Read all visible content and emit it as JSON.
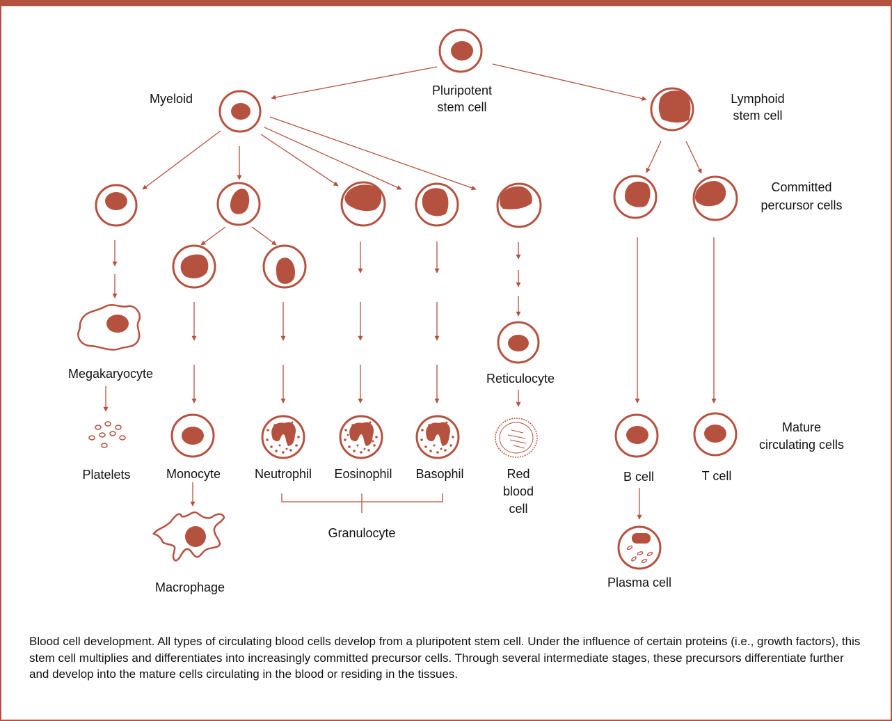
{
  "colors": {
    "accent": "#b5513f",
    "nucleus": "#b5513f",
    "text": "#111111",
    "background": "#ffffff"
  },
  "labels": {
    "pluripotent_line1": "Pluripotent",
    "pluripotent_line2": "stem cell",
    "myeloid": "Myeloid",
    "lymphoid_line1": "Lymphoid",
    "lymphoid_line2": "stem cell",
    "committed_line1": "Committed",
    "committed_line2": "percursor cells",
    "mature_line1": "Mature",
    "mature_line2": "circulating cells",
    "megakaryocyte": "Megakaryocyte",
    "platelets": "Platelets",
    "monocyte": "Monocyte",
    "macrophage": "Macrophage",
    "neutrophil": "Neutrophil",
    "eosinophil": "Eosinophil",
    "basophil": "Basophil",
    "granulocyte": "Granulocyte",
    "reticulocyte": "Reticulocyte",
    "rbc_line1": "Red",
    "rbc_line2": "blood",
    "rbc_line3": "cell",
    "b_cell": "B cell",
    "t_cell": "T cell",
    "plasma_cell": "Plasma cell"
  },
  "caption": "Blood cell development. All types of circulating blood cells develop from a pluripotent stem cell. Under the influence of certain proteins (i.e., growth factors), this stem cell multiplies and differentiates into increasingly committed precursor cells. Through several intermediate stages, these precursors differentiate further and develop into the mature cells circulating in the blood or residing in the tissues."
}
